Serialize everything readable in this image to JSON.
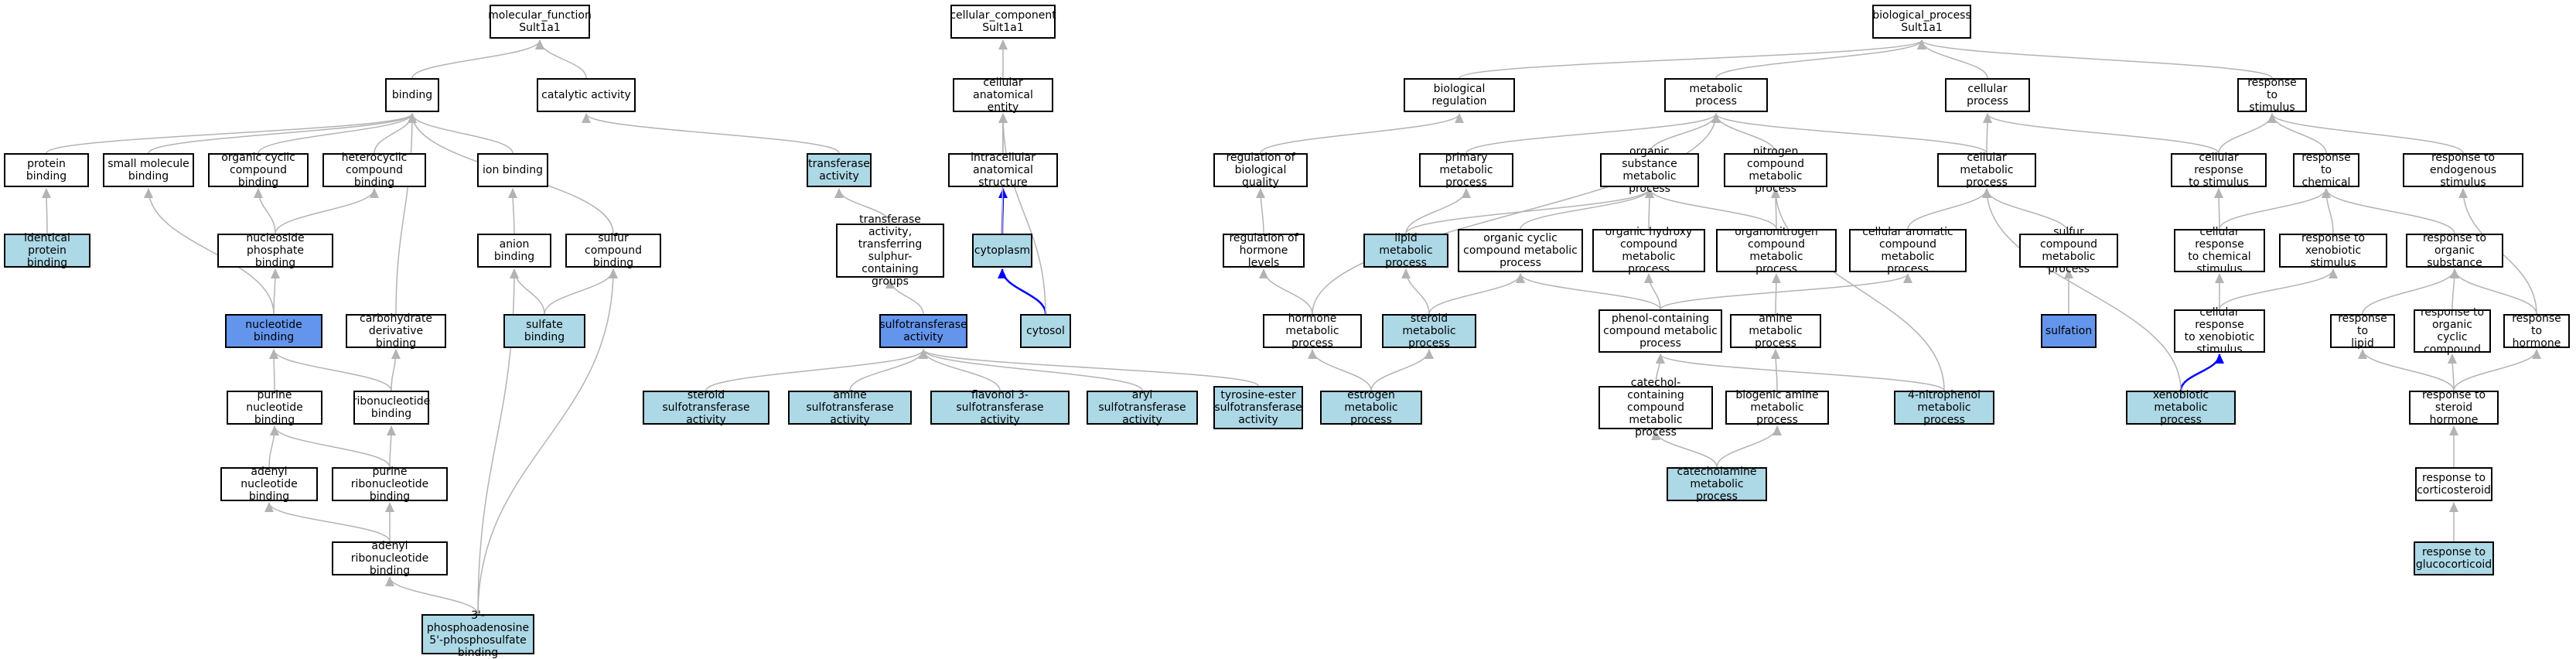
{
  "palette": {
    "white": "#ffffff",
    "light": "#add8e6",
    "highlight": "#6495ed",
    "edge_gray": "#b3b3b3",
    "edge_blue": "#0000ff"
  },
  "nodes": {
    "mf_root": {
      "label": "molecular_function\nSult1a1",
      "fill": "white"
    },
    "cc_root": {
      "label": "cellular_component\nSult1a1",
      "fill": "white"
    },
    "bp_root": {
      "label": "biological_process\nSult1a1",
      "fill": "white"
    },
    "binding": {
      "label": "binding",
      "fill": "white"
    },
    "catalytic": {
      "label": "catalytic activity",
      "fill": "white"
    },
    "protein_binding": {
      "label": "protein binding",
      "fill": "white"
    },
    "small_molecule": {
      "label": "small molecule\nbinding",
      "fill": "white"
    },
    "org_cyclic_binding": {
      "label": "organic cyclic\ncompound binding",
      "fill": "white"
    },
    "heterocyclic": {
      "label": "heterocyclic\ncompound binding",
      "fill": "white"
    },
    "ion_binding": {
      "label": "ion binding",
      "fill": "white"
    },
    "identical_protein": {
      "label": "identical protein\nbinding",
      "fill": "light"
    },
    "nucleoside_phosphate": {
      "label": "nucleoside phosphate\nbinding",
      "fill": "white"
    },
    "anion_binding": {
      "label": "anion binding",
      "fill": "white"
    },
    "sulfur_compound_binding": {
      "label": "sulfur compound\nbinding",
      "fill": "white"
    },
    "nucleotide_binding": {
      "label": "nucleotide binding",
      "fill": "blue"
    },
    "carbohydrate_deriv": {
      "label": "carbohydrate\nderivative binding",
      "fill": "white"
    },
    "sulfate_binding": {
      "label": "sulfate binding",
      "fill": "light"
    },
    "purine_nucleotide": {
      "label": "purine nucleotide\nbinding",
      "fill": "white"
    },
    "ribonucleotide": {
      "label": "ribonucleotide\nbinding",
      "fill": "white"
    },
    "adenyl_nucleotide": {
      "label": "adenyl nucleotide\nbinding",
      "fill": "white"
    },
    "purine_ribonucleotide": {
      "label": "purine ribonucleotide\nbinding",
      "fill": "white"
    },
    "adenyl_ribonucleotide": {
      "label": "adenyl ribonucleotide\nbinding",
      "fill": "white"
    },
    "paps_binding": {
      "label": "3'-phosphoadenosine\n5'-phosphosulfate\nbinding",
      "fill": "light"
    },
    "transferase": {
      "label": "transferase\nactivity",
      "fill": "light"
    },
    "transferase_sulfur": {
      "label": "transferase\nactivity, transferring\nsulphur-containing\ngroups",
      "fill": "white"
    },
    "sulfotransferase": {
      "label": "sulfotransferase\nactivity",
      "fill": "blue"
    },
    "steroid_sulfo": {
      "label": "steroid sulfotransferase\nactivity",
      "fill": "light"
    },
    "amine_sulfo": {
      "label": "amine sulfotransferase\nactivity",
      "fill": "light"
    },
    "flavonol_sulfo": {
      "label": "flavonol 3-sulfotransferase\nactivity",
      "fill": "light"
    },
    "aryl_sulfo": {
      "label": "aryl sulfotransferase\nactivity",
      "fill": "light"
    },
    "tyrosine_sulfo": {
      "label": "tyrosine-ester\nsulfotransferase\nactivity",
      "fill": "light"
    },
    "cell_anat_entity": {
      "label": "cellular anatomical\nentity",
      "fill": "white"
    },
    "intracellular": {
      "label": "intracellular\nanatomical structure",
      "fill": "white"
    },
    "cytoplasm": {
      "label": "cytoplasm",
      "fill": "light"
    },
    "cytosol": {
      "label": "cytosol",
      "fill": "light"
    },
    "bio_regulation": {
      "label": "biological regulation",
      "fill": "white"
    },
    "metabolic_process": {
      "label": "metabolic process",
      "fill": "white"
    },
    "cellular_process": {
      "label": "cellular process",
      "fill": "white"
    },
    "response_stimulus": {
      "label": "response to\nstimulus",
      "fill": "white"
    },
    "reg_bio_quality": {
      "label": "regulation of\nbiological quality",
      "fill": "white"
    },
    "primary_metabolic": {
      "label": "primary metabolic\nprocess",
      "fill": "white"
    },
    "organic_substance_metabolic": {
      "label": "organic substance\nmetabolic process",
      "fill": "white"
    },
    "nitrogen_compound_metabolic": {
      "label": "nitrogen compound\nmetabolic process",
      "fill": "white"
    },
    "cellular_metabolic": {
      "label": "cellular metabolic\nprocess",
      "fill": "white"
    },
    "cellular_response_stimulus": {
      "label": "cellular response\nto stimulus",
      "fill": "white"
    },
    "response_chemical": {
      "label": "response to\nchemical",
      "fill": "white"
    },
    "response_endogenous": {
      "label": "response to\nendogenous stimulus",
      "fill": "white"
    },
    "reg_hormone_levels": {
      "label": "regulation of\nhormone levels",
      "fill": "white"
    },
    "lipid_metabolic": {
      "label": "lipid metabolic\nprocess",
      "fill": "light"
    },
    "organic_cyclic_metabolic": {
      "label": "organic cyclic\ncompound metabolic\nprocess",
      "fill": "white"
    },
    "organic_hydroxy": {
      "label": "organic hydroxy\ncompound metabolic\nprocess",
      "fill": "white"
    },
    "organonitrogen": {
      "label": "organonitrogen\ncompound metabolic\nprocess",
      "fill": "white"
    },
    "cellular_aromatic": {
      "label": "cellular aromatic\ncompound metabolic\nprocess",
      "fill": "white"
    },
    "sulfur_compound_metabolic": {
      "label": "sulfur compound\nmetabolic process",
      "fill": "white"
    },
    "cellular_response_chemical": {
      "label": "cellular response\nto chemical\nstimulus",
      "fill": "white"
    },
    "response_xenobiotic": {
      "label": "response to\nxenobiotic stimulus",
      "fill": "white"
    },
    "response_organic_substance": {
      "label": "response to\norganic substance",
      "fill": "white"
    },
    "hormone_metabolic": {
      "label": "hormone metabolic\nprocess",
      "fill": "white"
    },
    "steroid_metabolic": {
      "label": "steroid metabolic\nprocess",
      "fill": "light"
    },
    "phenol_containing": {
      "label": "phenol-containing\ncompound metabolic\nprocess",
      "fill": "white"
    },
    "amine_metabolic": {
      "label": "amine metabolic\nprocess",
      "fill": "white"
    },
    "sulfation": {
      "label": "sulfation",
      "fill": "blue"
    },
    "cellular_response_xenobiotic": {
      "label": "cellular response\nto xenobiotic\nstimulus",
      "fill": "white"
    },
    "response_lipid": {
      "label": "response to\nlipid",
      "fill": "white"
    },
    "response_organic_cyclic": {
      "label": "response to\norganic cyclic\ncompound",
      "fill": "white"
    },
    "response_hormone": {
      "label": "response to\nhormone",
      "fill": "white"
    },
    "estrogen_metabolic": {
      "label": "estrogen metabolic\nprocess",
      "fill": "light"
    },
    "catechol_containing": {
      "label": "catechol-containing\ncompound metabolic\nprocess",
      "fill": "white"
    },
    "biogenic_amine": {
      "label": "biogenic amine\nmetabolic process",
      "fill": "white"
    },
    "nitrophenol": {
      "label": "4-nitrophenol\nmetabolic process",
      "fill": "light"
    },
    "xenobiotic_metabolic": {
      "label": "xenobiotic metabolic\nprocess",
      "fill": "light"
    },
    "response_steroid_hormone": {
      "label": "response to\nsteroid hormone",
      "fill": "white"
    },
    "catecholamine": {
      "label": "catecholamine\nmetabolic process",
      "fill": "light"
    },
    "response_corticosteroid": {
      "label": "response to\ncorticosteroid",
      "fill": "white"
    },
    "response_glucocorticoid": {
      "label": "response to\nglucocorticoid",
      "fill": "light"
    }
  },
  "edges": [
    [
      "binding",
      "mf_root",
      "gray"
    ],
    [
      "catalytic",
      "mf_root",
      "gray"
    ],
    [
      "protein_binding",
      "binding",
      "gray"
    ],
    [
      "small_molecule",
      "binding",
      "gray"
    ],
    [
      "org_cyclic_binding",
      "binding",
      "gray"
    ],
    [
      "heterocyclic",
      "binding",
      "gray"
    ],
    [
      "ion_binding",
      "binding",
      "gray"
    ],
    [
      "sulfur_compound_binding",
      "binding",
      "gray"
    ],
    [
      "carbohydrate_deriv",
      "binding",
      "gray"
    ],
    [
      "identical_protein",
      "protein_binding",
      "gray"
    ],
    [
      "nucleoside_phosphate",
      "org_cyclic_binding",
      "gray"
    ],
    [
      "nucleoside_phosphate",
      "heterocyclic",
      "gray"
    ],
    [
      "anion_binding",
      "ion_binding",
      "gray"
    ],
    [
      "nucleotide_binding",
      "nucleoside_phosphate",
      "gray"
    ],
    [
      "nucleotide_binding",
      "small_molecule",
      "gray"
    ],
    [
      "sulfate_binding",
      "anion_binding",
      "gray"
    ],
    [
      "sulfate_binding",
      "sulfur_compound_binding",
      "gray"
    ],
    [
      "purine_nucleotide",
      "nucleotide_binding",
      "gray"
    ],
    [
      "ribonucleotide",
      "nucleotide_binding",
      "gray"
    ],
    [
      "ribonucleotide",
      "carbohydrate_deriv",
      "gray"
    ],
    [
      "adenyl_nucleotide",
      "purine_nucleotide",
      "gray"
    ],
    [
      "purine_ribonucleotide",
      "purine_nucleotide",
      "gray"
    ],
    [
      "purine_ribonucleotide",
      "ribonucleotide",
      "gray"
    ],
    [
      "adenyl_ribonucleotide",
      "adenyl_nucleotide",
      "gray"
    ],
    [
      "adenyl_ribonucleotide",
      "purine_ribonucleotide",
      "gray"
    ],
    [
      "paps_binding",
      "adenyl_ribonucleotide",
      "gray"
    ],
    [
      "paps_binding",
      "anion_binding",
      "gray"
    ],
    [
      "paps_binding",
      "sulfur_compound_binding",
      "gray"
    ],
    [
      "transferase",
      "catalytic",
      "gray"
    ],
    [
      "transferase_sulfur",
      "transferase",
      "gray"
    ],
    [
      "sulfotransferase",
      "transferase_sulfur",
      "gray"
    ],
    [
      "steroid_sulfo",
      "sulfotransferase",
      "gray"
    ],
    [
      "amine_sulfo",
      "sulfotransferase",
      "gray"
    ],
    [
      "flavonol_sulfo",
      "sulfotransferase",
      "gray"
    ],
    [
      "aryl_sulfo",
      "sulfotransferase",
      "gray"
    ],
    [
      "tyrosine_sulfo",
      "sulfotransferase",
      "gray"
    ],
    [
      "cell_anat_entity",
      "cc_root",
      "gray"
    ],
    [
      "intracellular",
      "cell_anat_entity",
      "gray"
    ],
    [
      "cytoplasm",
      "intracellular",
      "blue"
    ],
    [
      "cytoplasm",
      "cell_anat_entity",
      "gray"
    ],
    [
      "cytosol",
      "cytoplasm",
      "blue"
    ],
    [
      "cytosol",
      "cell_anat_entity",
      "gray"
    ],
    [
      "bio_regulation",
      "bp_root",
      "gray"
    ],
    [
      "metabolic_process",
      "bp_root",
      "gray"
    ],
    [
      "cellular_process",
      "bp_root",
      "gray"
    ],
    [
      "response_stimulus",
      "bp_root",
      "gray"
    ],
    [
      "reg_bio_quality",
      "bio_regulation",
      "gray"
    ],
    [
      "primary_metabolic",
      "metabolic_process",
      "gray"
    ],
    [
      "organic_substance_metabolic",
      "metabolic_process",
      "gray"
    ],
    [
      "nitrogen_compound_metabolic",
      "metabolic_process",
      "gray"
    ],
    [
      "cellular_metabolic",
      "metabolic_process",
      "gray"
    ],
    [
      "cellular_metabolic",
      "cellular_process",
      "gray"
    ],
    [
      "cellular_response_stimulus",
      "cellular_process",
      "gray"
    ],
    [
      "cellular_response_stimulus",
      "response_stimulus",
      "gray"
    ],
    [
      "response_chemical",
      "response_stimulus",
      "gray"
    ],
    [
      "response_endogenous",
      "response_stimulus",
      "gray"
    ],
    [
      "reg_hormone_levels",
      "reg_bio_quality",
      "gray"
    ],
    [
      "lipid_metabolic",
      "primary_metabolic",
      "gray"
    ],
    [
      "lipid_metabolic",
      "organic_substance_metabolic",
      "gray"
    ],
    [
      "organic_cyclic_metabolic",
      "organic_substance_metabolic",
      "gray"
    ],
    [
      "organic_hydroxy",
      "organic_substance_metabolic",
      "gray"
    ],
    [
      "organonitrogen",
      "organic_substance_metabolic",
      "gray"
    ],
    [
      "organonitrogen",
      "nitrogen_compound_metabolic",
      "gray"
    ],
    [
      "cellular_aromatic",
      "cellular_metabolic",
      "gray"
    ],
    [
      "sulfur_compound_metabolic",
      "cellular_metabolic",
      "gray"
    ],
    [
      "cellular_response_chemical",
      "cellular_response_stimulus",
      "gray"
    ],
    [
      "cellular_response_chemical",
      "response_chemical",
      "gray"
    ],
    [
      "response_xenobiotic",
      "response_chemical",
      "gray"
    ],
    [
      "response_organic_substance",
      "response_chemical",
      "gray"
    ],
    [
      "hormone_metabolic",
      "reg_hormone_levels",
      "gray"
    ],
    [
      "hormone_metabolic",
      "metabolic_process",
      "gray"
    ],
    [
      "steroid_metabolic",
      "lipid_metabolic",
      "gray"
    ],
    [
      "steroid_metabolic",
      "organic_cyclic_metabolic",
      "gray"
    ],
    [
      "phenol_containing",
      "organic_cyclic_metabolic",
      "gray"
    ],
    [
      "phenol_containing",
      "organic_hydroxy",
      "gray"
    ],
    [
      "phenol_containing",
      "cellular_aromatic",
      "gray"
    ],
    [
      "amine_metabolic",
      "organonitrogen",
      "gray"
    ],
    [
      "sulfation",
      "sulfur_compound_metabolic",
      "gray"
    ],
    [
      "cellular_response_xenobiotic",
      "cellular_response_chemical",
      "gray"
    ],
    [
      "cellular_response_xenobiotic",
      "response_xenobiotic",
      "gray"
    ],
    [
      "response_lipid",
      "response_organic_substance",
      "gray"
    ],
    [
      "response_organic_cyclic",
      "response_organic_substance",
      "gray"
    ],
    [
      "response_hormone",
      "response_organic_substance",
      "gray"
    ],
    [
      "response_hormone",
      "response_endogenous",
      "gray"
    ],
    [
      "estrogen_metabolic",
      "hormone_metabolic",
      "gray"
    ],
    [
      "estrogen_metabolic",
      "steroid_metabolic",
      "gray"
    ],
    [
      "catechol_containing",
      "phenol_containing",
      "gray"
    ],
    [
      "biogenic_amine",
      "amine_metabolic",
      "gray"
    ],
    [
      "nitrophenol",
      "phenol_containing",
      "gray"
    ],
    [
      "nitrophenol",
      "nitrogen_compound_metabolic",
      "gray"
    ],
    [
      "xenobiotic_metabolic",
      "cellular_response_xenobiotic",
      "blue"
    ],
    [
      "xenobiotic_metabolic",
      "cellular_metabolic",
      "gray"
    ],
    [
      "response_steroid_hormone",
      "response_lipid",
      "gray"
    ],
    [
      "response_steroid_hormone",
      "response_organic_cyclic",
      "gray"
    ],
    [
      "response_steroid_hormone",
      "response_hormone",
      "gray"
    ],
    [
      "catecholamine",
      "catechol_containing",
      "gray"
    ],
    [
      "catecholamine",
      "biogenic_amine",
      "gray"
    ],
    [
      "response_corticosteroid",
      "response_steroid_hormone",
      "gray"
    ],
    [
      "response_glucocorticoid",
      "response_corticosteroid",
      "gray"
    ]
  ]
}
